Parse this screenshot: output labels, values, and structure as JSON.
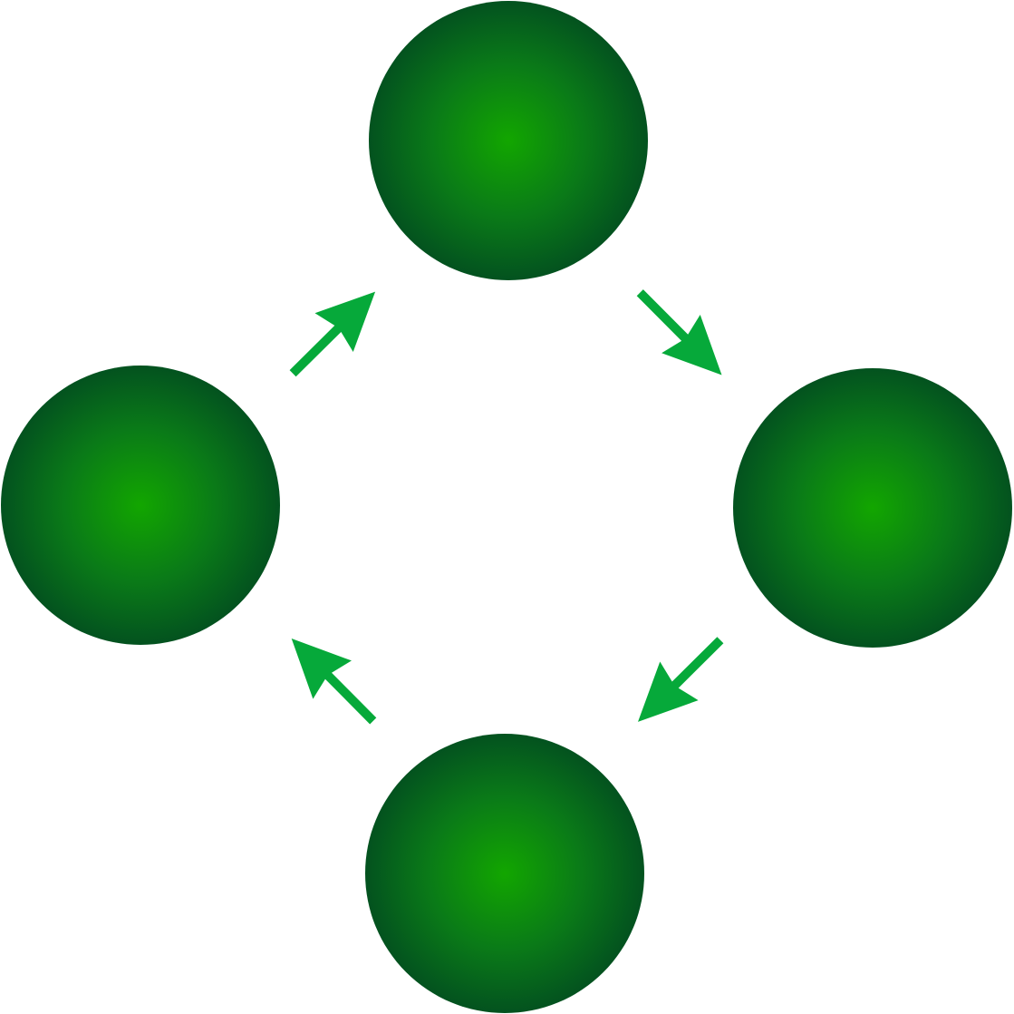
{
  "diagram": {
    "type": "cycle",
    "direction": "clockwise",
    "colors": {
      "background": "#ffffff",
      "node_center": "#12a600",
      "node_mid": "#0a7a18",
      "node_edge": "#03521f",
      "arrow": "#06a93a"
    },
    "nodes": [
      {
        "id": "top",
        "label": ""
      },
      {
        "id": "right",
        "label": ""
      },
      {
        "id": "bottom",
        "label": ""
      },
      {
        "id": "left",
        "label": ""
      }
    ],
    "edges": [
      {
        "from": "left",
        "to": "top"
      },
      {
        "from": "top",
        "to": "right"
      },
      {
        "from": "right",
        "to": "bottom"
      },
      {
        "from": "bottom",
        "to": "left"
      }
    ]
  }
}
